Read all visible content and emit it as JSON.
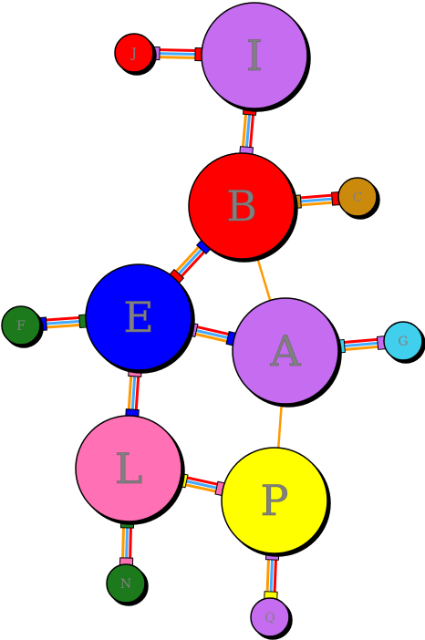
{
  "nodes": [
    {
      "id": "I",
      "label": "I",
      "color": "#c56cf0",
      "size": "large"
    },
    {
      "id": "J",
      "label": "J",
      "color": "#ff0000",
      "size": "small"
    },
    {
      "id": "B",
      "label": "B",
      "color": "#ff0000",
      "size": "large"
    },
    {
      "id": "C",
      "label": "C",
      "color": "#cc8a10",
      "size": "small"
    },
    {
      "id": "E",
      "label": "E",
      "color": "#0000ff",
      "size": "large"
    },
    {
      "id": "F",
      "label": "F",
      "color": "#1e7a1e",
      "size": "small"
    },
    {
      "id": "A",
      "label": "A",
      "color": "#c56cf0",
      "size": "large"
    },
    {
      "id": "G",
      "label": "G",
      "color": "#3fd0ee",
      "size": "small"
    },
    {
      "id": "L",
      "label": "L",
      "color": "#ff6fb4",
      "size": "large"
    },
    {
      "id": "P",
      "label": "P",
      "color": "#ffff00",
      "size": "large"
    },
    {
      "id": "N",
      "label": "N",
      "color": "#1e7a1e",
      "size": "small"
    },
    {
      "id": "Q",
      "label": "Q",
      "color": "#c56cf0",
      "size": "small"
    }
  ],
  "edges": [
    {
      "from": "J",
      "to": "I",
      "style": "triple"
    },
    {
      "from": "I",
      "to": "B",
      "style": "triple"
    },
    {
      "from": "B",
      "to": "C",
      "style": "triple"
    },
    {
      "from": "B",
      "to": "E",
      "style": "triple"
    },
    {
      "from": "B",
      "to": "A",
      "style": "single"
    },
    {
      "from": "F",
      "to": "E",
      "style": "triple"
    },
    {
      "from": "E",
      "to": "A",
      "style": "triple"
    },
    {
      "from": "A",
      "to": "G",
      "style": "triple"
    },
    {
      "from": "E",
      "to": "L",
      "style": "triple"
    },
    {
      "from": "A",
      "to": "P",
      "style": "single"
    },
    {
      "from": "L",
      "to": "P",
      "style": "triple"
    },
    {
      "from": "L",
      "to": "N",
      "style": "triple"
    },
    {
      "from": "P",
      "to": "Q",
      "style": "triple"
    }
  ],
  "edge_colors": {
    "outer_a": "#ff0000",
    "middle": "#44aaff",
    "outer_b": "#ff9900",
    "single": "#ff9900"
  }
}
